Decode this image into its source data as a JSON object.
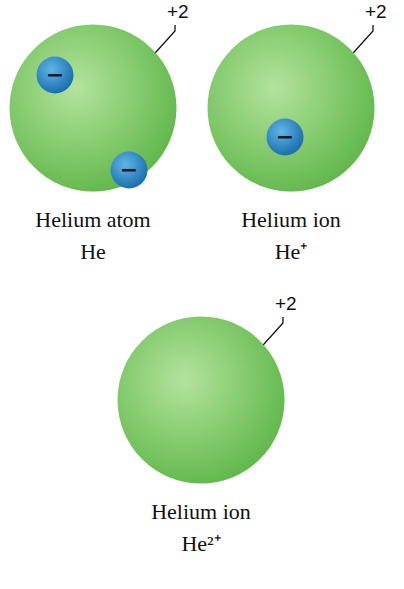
{
  "diagram": {
    "nodes": [
      {
        "text": [
          "+2",
          "Helium atom He"
        ]
      },
      {
        "text": [
          "−"
        ],
        "in": 0
      },
      {
        "text": [
          "−"
        ],
        "in": 0
      },
      {
        "text": [
          "+2",
          "Helium ion He⁺"
        ]
      },
      {
        "text": [
          "−"
        ],
        "in": 3
      },
      {
        "text": [
          "+2",
          "Helium ion He²⁺"
        ]
      }
    ]
  }
}
